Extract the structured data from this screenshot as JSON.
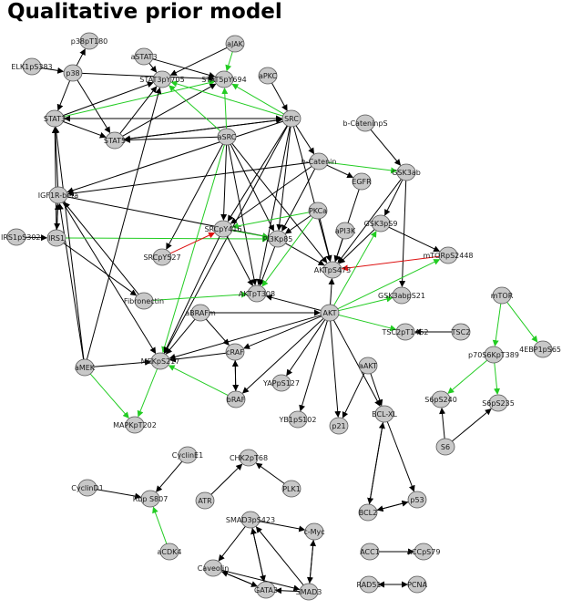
{
  "title": "Qualitative prior model",
  "colors": {
    "node_fill": "#c8c8c8",
    "node_stroke": "#555555",
    "edge_default": "#000000",
    "edge_green": "#22cc22",
    "edge_red": "#dd1111"
  },
  "nodes": [
    {
      "id": "p38pT180",
      "label": "p38pT180"
    },
    {
      "id": "ELK1pS383",
      "label": "ELK1pS383"
    },
    {
      "id": "p38",
      "label": "p38"
    },
    {
      "id": "aSTAT3",
      "label": "aSTAT3"
    },
    {
      "id": "aJAK",
      "label": "aJAK"
    },
    {
      "id": "STAT3pY705",
      "label": "STAT3pY705"
    },
    {
      "id": "STAT5pY694",
      "label": "STAT5pY694"
    },
    {
      "id": "aPKC",
      "label": "aPKC"
    },
    {
      "id": "STAT3",
      "label": "STAT3"
    },
    {
      "id": "STAT5",
      "label": "STAT5"
    },
    {
      "id": "aSRC",
      "label": "aSRC"
    },
    {
      "id": "SRC",
      "label": "SRC"
    },
    {
      "id": "bCateninpS",
      "label": "b-CateninpS"
    },
    {
      "id": "bCatenin",
      "label": "b-Catenin"
    },
    {
      "id": "GSK3ab",
      "label": "GSK3ab"
    },
    {
      "id": "EGFR",
      "label": "EGFR"
    },
    {
      "id": "IGF1Rbeta",
      "label": "IGF1R-beta"
    },
    {
      "id": "IRS1pS302",
      "label": "IRS1pS302"
    },
    {
      "id": "IRS1",
      "label": "IRS1"
    },
    {
      "id": "SRCpY527",
      "label": "SRCpY527"
    },
    {
      "id": "SRCpY416",
      "label": "SRCpY416"
    },
    {
      "id": "PI3Kp85",
      "label": "PI3Kp85"
    },
    {
      "id": "PKCa",
      "label": "PKCa"
    },
    {
      "id": "aPI3K",
      "label": "aPI3K"
    },
    {
      "id": "GSK3pS9",
      "label": "GSK3pS9"
    },
    {
      "id": "AKTpS473",
      "label": "AKTpS473"
    },
    {
      "id": "mTORpS2448",
      "label": "mTORpS2448"
    },
    {
      "id": "Fibronectin",
      "label": "Fibronectin"
    },
    {
      "id": "AKTpT308",
      "label": "AKTpT308"
    },
    {
      "id": "GSK3abpS21",
      "label": "GSK3abpS21"
    },
    {
      "id": "mTOR",
      "label": "mTOR"
    },
    {
      "id": "aBRAFm",
      "label": "aBRAFm"
    },
    {
      "id": "AKT",
      "label": "AKT"
    },
    {
      "id": "TSC2pT1462",
      "label": "TSC2pT1462"
    },
    {
      "id": "TSC2",
      "label": "TSC2"
    },
    {
      "id": "aMEK",
      "label": "aMEK"
    },
    {
      "id": "MEKpS217",
      "label": "MEKpS217"
    },
    {
      "id": "cRAF",
      "label": "cRAF"
    },
    {
      "id": "aAKT",
      "label": "aAKT"
    },
    {
      "id": "p70S6KpT389",
      "label": "p70S6KpT389"
    },
    {
      "id": "4EBP1pS65",
      "label": "4EBP1pS65"
    },
    {
      "id": "bRAF",
      "label": "bRAF"
    },
    {
      "id": "YAPpS127",
      "label": "YAPpS127"
    },
    {
      "id": "S6pS240",
      "label": "S6pS240"
    },
    {
      "id": "S6pS235",
      "label": "S6pS235"
    },
    {
      "id": "MAPKpT202",
      "label": "MAPKpT202"
    },
    {
      "id": "YB1pS102",
      "label": "YB1pS102"
    },
    {
      "id": "p21",
      "label": "p21"
    },
    {
      "id": "BCLXL",
      "label": "BCL-XL"
    },
    {
      "id": "S6",
      "label": "S6"
    },
    {
      "id": "CyclinE1",
      "label": "CyclinE1"
    },
    {
      "id": "CHK2pT68",
      "label": "CHK2pT68"
    },
    {
      "id": "CyclinD1",
      "label": "CyclinD1"
    },
    {
      "id": "RbpS807",
      "label": "Rbp S807"
    },
    {
      "id": "ATR",
      "label": "ATR"
    },
    {
      "id": "PLK1",
      "label": "PLK1"
    },
    {
      "id": "p53",
      "label": "p53"
    },
    {
      "id": "BCL2",
      "label": "BCL2"
    },
    {
      "id": "SMAD3pS423",
      "label": "SMAD3pS423"
    },
    {
      "id": "cMyc",
      "label": "c-Myc"
    },
    {
      "id": "aCDK4",
      "label": "aCDK4"
    },
    {
      "id": "ACC1",
      "label": "ACC1"
    },
    {
      "id": "ACCpS79",
      "label": "ACCpS79"
    },
    {
      "id": "Caveolin",
      "label": "Caveolin"
    },
    {
      "id": "GATA3",
      "label": "GATA3"
    },
    {
      "id": "SMAD3",
      "label": "SMAD3"
    },
    {
      "id": "RAD51",
      "label": "RAD51"
    },
    {
      "id": "PCNA",
      "label": "PCNA"
    }
  ],
  "edges": [
    {
      "source": "p38",
      "target": "p38pT180",
      "color": "black"
    },
    {
      "source": "ELK1pS383",
      "target": "p38",
      "color": "black"
    },
    {
      "source": "p38",
      "target": "STAT3",
      "color": "black"
    },
    {
      "source": "p38",
      "target": "STAT5",
      "color": "black"
    },
    {
      "source": "p38",
      "target": "STAT5pY694",
      "color": "black"
    },
    {
      "source": "aSTAT3",
      "target": "STAT3pY705",
      "color": "black"
    },
    {
      "source": "aSTAT3",
      "target": "STAT5pY694",
      "color": "black"
    },
    {
      "source": "aJAK",
      "target": "STAT5pY694",
      "color": "green"
    },
    {
      "source": "aJAK",
      "target": "STAT3pY705",
      "color": "black"
    },
    {
      "source": "aPKC",
      "target": "SRC",
      "color": "black"
    },
    {
      "source": "STAT3",
      "target": "STAT3pY705",
      "color": "black"
    },
    {
      "source": "STAT3",
      "target": "STAT5pY694",
      "color": "green"
    },
    {
      "source": "STAT3",
      "target": "STAT5",
      "color": "black"
    },
    {
      "source": "STAT3",
      "target": "SRC",
      "color": "black"
    },
    {
      "source": "STAT5",
      "target": "STAT5pY694",
      "color": "black"
    },
    {
      "source": "STAT5",
      "target": "STAT3pY705",
      "color": "black"
    },
    {
      "source": "STAT5",
      "target": "SRC",
      "color": "black"
    },
    {
      "source": "SRC",
      "target": "STAT3pY705",
      "color": "green"
    },
    {
      "source": "SRC",
      "target": "STAT5pY694",
      "color": "green"
    },
    {
      "source": "SRC",
      "target": "STAT3",
      "color": "black"
    },
    {
      "source": "SRC",
      "target": "STAT5",
      "color": "black"
    },
    {
      "source": "SRC",
      "target": "bCatenin",
      "color": "black"
    },
    {
      "source": "SRC",
      "target": "SRCpY416",
      "color": "black"
    },
    {
      "source": "SRC",
      "target": "PI3Kp85",
      "color": "black"
    },
    {
      "source": "SRC",
      "target": "AKTpS473",
      "color": "black"
    },
    {
      "source": "SRC",
      "target": "AKTpT308",
      "color": "black"
    },
    {
      "source": "SRC",
      "target": "MEKpS217",
      "color": "black"
    },
    {
      "source": "SRC",
      "target": "IGF1Rbeta",
      "color": "black"
    },
    {
      "source": "aSRC",
      "target": "STAT3pY705",
      "color": "green"
    },
    {
      "source": "aSRC",
      "target": "STAT5pY694",
      "color": "green"
    },
    {
      "source": "aSRC",
      "target": "STAT5",
      "color": "black"
    },
    {
      "source": "aSRC",
      "target": "SRCpY416",
      "color": "black"
    },
    {
      "source": "aSRC",
      "target": "PI3Kp85",
      "color": "black"
    },
    {
      "source": "aSRC",
      "target": "AKTpS473",
      "color": "black"
    },
    {
      "source": "aSRC",
      "target": "AKTpT308",
      "color": "black"
    },
    {
      "source": "aSRC",
      "target": "MEKpS217",
      "color": "green"
    },
    {
      "source": "aSRC",
      "target": "SRCpY527",
      "color": "black"
    },
    {
      "source": "bCateninpS",
      "target": "GSK3ab",
      "color": "black"
    },
    {
      "source": "bCatenin",
      "target": "GSK3ab",
      "color": "green"
    },
    {
      "source": "bCatenin",
      "target": "EGFR",
      "color": "black"
    },
    {
      "source": "bCatenin",
      "target": "IGF1Rbeta",
      "color": "black"
    },
    {
      "source": "bCatenin",
      "target": "SRCpY416",
      "color": "black"
    },
    {
      "source": "bCatenin",
      "target": "PI3Kp85",
      "color": "black"
    },
    {
      "source": "GSK3ab",
      "target": "GSK3pS9",
      "color": "black"
    },
    {
      "source": "GSK3ab",
      "target": "GSK3abpS21",
      "color": "black"
    },
    {
      "source": "GSK3ab",
      "target": "AKTpS473",
      "color": "black"
    },
    {
      "source": "EGFR",
      "target": "AKTpS473",
      "color": "black"
    },
    {
      "source": "IGF1Rbeta",
      "target": "STAT3",
      "color": "black"
    },
    {
      "source": "IGF1Rbeta",
      "target": "IRS1",
      "color": "black"
    },
    {
      "source": "IGF1Rbeta",
      "target": "PI3Kp85",
      "color": "black"
    },
    {
      "source": "IGF1Rbeta",
      "target": "MEKpS217",
      "color": "black"
    },
    {
      "source": "IRS1pS302",
      "target": "IRS1",
      "color": "black"
    },
    {
      "source": "IRS1",
      "target": "IGF1Rbeta",
      "color": "black"
    },
    {
      "source": "IRS1",
      "target": "PI3Kp85",
      "color": "green"
    },
    {
      "source": "IRS1",
      "target": "STAT3",
      "color": "black"
    },
    {
      "source": "IRS1",
      "target": "Fibronectin",
      "color": "black"
    },
    {
      "source": "SRCpY527",
      "target": "SRCpY416",
      "color": "red"
    },
    {
      "source": "SRCpY416",
      "target": "PI3Kp85",
      "color": "green"
    },
    {
      "source": "SRCpY416",
      "target": "AKTpT308",
      "color": "black"
    },
    {
      "source": "SRCpY416",
      "target": "MEKpS217",
      "color": "black"
    },
    {
      "source": "PI3Kp85",
      "target": "AKTpS473",
      "color": "black"
    },
    {
      "source": "PI3Kp85",
      "target": "AKTpT308",
      "color": "black"
    },
    {
      "source": "PKCa",
      "target": "AKTpS473",
      "color": "black"
    },
    {
      "source": "PKCa",
      "target": "SRCpY416",
      "color": "green"
    },
    {
      "source": "PKCa",
      "target": "AKTpT308",
      "color": "green"
    },
    {
      "source": "PKCa",
      "target": "PI3Kp85",
      "color": "black"
    },
    {
      "source": "aPI3K",
      "target": "AKTpS473",
      "color": "black"
    },
    {
      "source": "GSK3pS9",
      "target": "AKTpS473",
      "color": "black"
    },
    {
      "source": "GSK3pS9",
      "target": "mTORpS2448",
      "color": "black"
    },
    {
      "source": "mTORpS2448",
      "target": "AKTpS473",
      "color": "red"
    },
    {
      "source": "AKT",
      "target": "AKTpS473",
      "color": "black"
    },
    {
      "source": "AKT",
      "target": "AKTpT308",
      "color": "black"
    },
    {
      "source": "AKT",
      "target": "GSK3pS9",
      "color": "green"
    },
    {
      "source": "AKT",
      "target": "GSK3abpS21",
      "color": "green"
    },
    {
      "source": "AKT",
      "target": "mTORpS2448",
      "color": "green"
    },
    {
      "source": "AKT",
      "target": "TSC2pT1462",
      "color": "green"
    },
    {
      "source": "AKT",
      "target": "YAPpS127",
      "color": "black"
    },
    {
      "source": "AKT",
      "target": "YB1pS102",
      "color": "black"
    },
    {
      "source": "AKT",
      "target": "p21",
      "color": "black"
    },
    {
      "source": "AKT",
      "target": "BCLXL",
      "color": "black"
    },
    {
      "source": "AKT",
      "target": "MEKpS217",
      "color": "black"
    },
    {
      "source": "AKT",
      "target": "cRAF",
      "color": "black"
    },
    {
      "source": "AKT",
      "target": "bRAF",
      "color": "black"
    },
    {
      "source": "aAKT",
      "target": "p21",
      "color": "black"
    },
    {
      "source": "aAKT",
      "target": "BCLXL",
      "color": "black"
    },
    {
      "source": "TSC2",
      "target": "TSC2pT1462",
      "color": "black"
    },
    {
      "source": "Fibronectin",
      "target": "IGF1Rbeta",
      "color": "black"
    },
    {
      "source": "Fibronectin",
      "target": "AKTpT308",
      "color": "green"
    },
    {
      "source": "aBRAFm",
      "target": "AKT",
      "color": "black"
    },
    {
      "source": "aBRAFm",
      "target": "MEKpS217",
      "color": "black"
    },
    {
      "source": "aBRAFm",
      "target": "cRAF",
      "color": "black"
    },
    {
      "source": "aMEK",
      "target": "MEKpS217",
      "color": "black"
    },
    {
      "source": "aMEK",
      "target": "MAPKpT202",
      "color": "green"
    },
    {
      "source": "aMEK",
      "target": "IGF1Rbeta",
      "color": "black"
    },
    {
      "source": "aMEK",
      "target": "STAT3",
      "color": "black"
    },
    {
      "source": "aMEK",
      "target": "STAT3pY705",
      "color": "black"
    },
    {
      "source": "MEKpS217",
      "target": "MAPKpT202",
      "color": "green"
    },
    {
      "source": "cRAF",
      "target": "MEKpS217",
      "color": "black"
    },
    {
      "source": "cRAF",
      "target": "bRAF",
      "color": "black"
    },
    {
      "source": "bRAF",
      "target": "cRAF",
      "color": "black"
    },
    {
      "source": "bRAF",
      "target": "MEKpS217",
      "color": "green"
    },
    {
      "source": "mTOR",
      "target": "p70S6KpT389",
      "color": "green"
    },
    {
      "source": "mTOR",
      "target": "4EBP1pS65",
      "color": "green"
    },
    {
      "source": "p70S6KpT389",
      "target": "S6pS240",
      "color": "green"
    },
    {
      "source": "p70S6KpT389",
      "target": "S6pS235",
      "color": "green"
    },
    {
      "source": "S6",
      "target": "S6pS240",
      "color": "black"
    },
    {
      "source": "S6",
      "target": "S6pS235",
      "color": "black"
    },
    {
      "source": "BCLXL",
      "target": "p53",
      "color": "black"
    },
    {
      "source": "BCLXL",
      "target": "BCL2",
      "color": "black"
    },
    {
      "source": "BCL2",
      "target": "BCLXL",
      "color": "black"
    },
    {
      "source": "p53",
      "target": "BCL2",
      "color": "black"
    },
    {
      "source": "BCL2",
      "target": "p53",
      "color": "black"
    },
    {
      "source": "CyclinE1",
      "target": "RbpS807",
      "color": "black"
    },
    {
      "source": "CyclinD1",
      "target": "RbpS807",
      "color": "black"
    },
    {
      "source": "aCDK4",
      "target": "RbpS807",
      "color": "green"
    },
    {
      "source": "ATR",
      "target": "CHK2pT68",
      "color": "black"
    },
    {
      "source": "PLK1",
      "target": "CHK2pT68",
      "color": "black"
    },
    {
      "source": "SMAD3pS423",
      "target": "cMyc",
      "color": "black"
    },
    {
      "source": "SMAD3pS423",
      "target": "Caveolin",
      "color": "black"
    },
    {
      "source": "SMAD3pS423",
      "target": "GATA3",
      "color": "black"
    },
    {
      "source": "SMAD3",
      "target": "SMAD3pS423",
      "color": "black"
    },
    {
      "source": "SMAD3",
      "target": "cMyc",
      "color": "black"
    },
    {
      "source": "SMAD3",
      "target": "GATA3",
      "color": "black"
    },
    {
      "source": "cMyc",
      "target": "SMAD3",
      "color": "black"
    },
    {
      "source": "Caveolin",
      "target": "GATA3",
      "color": "black"
    },
    {
      "source": "Caveolin",
      "target": "SMAD3",
      "color": "black"
    },
    {
      "source": "GATA3",
      "target": "SMAD3pS423",
      "color": "black"
    },
    {
      "source": "GATA3",
      "target": "Caveolin",
      "color": "black"
    },
    {
      "source": "ACC1",
      "target": "ACCpS79",
      "color": "black"
    },
    {
      "source": "RAD51",
      "target": "PCNA",
      "color": "black"
    },
    {
      "source": "PCNA",
      "target": "RAD51",
      "color": "black"
    }
  ]
}
